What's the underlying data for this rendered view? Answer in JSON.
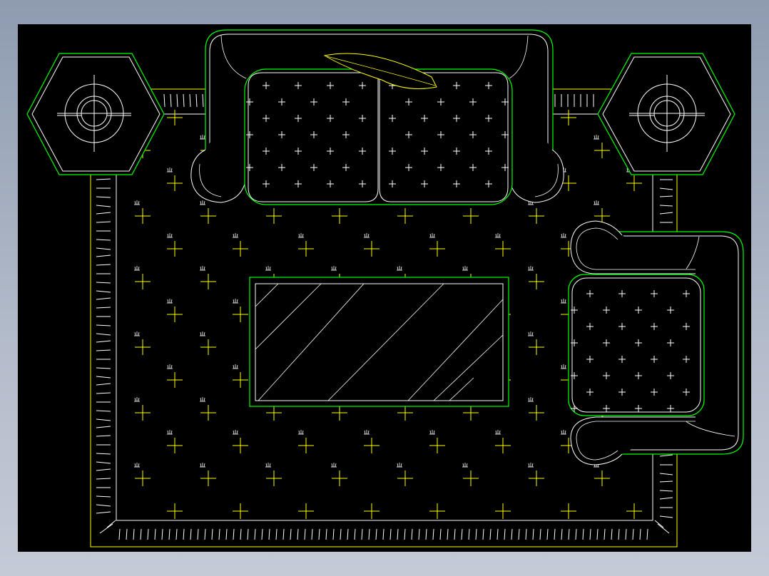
{
  "drawing": {
    "description_visible_text": "",
    "colors": {
      "background": "#000000",
      "primary_line": "#ffffff",
      "outline": "#00ff00",
      "rug_pattern": "#ffff00",
      "window_frame": "#8e9bb0"
    },
    "objects": [
      {
        "id": "three-seat-sofa",
        "kind": "sofa"
      },
      {
        "id": "armchair",
        "kind": "armchair"
      },
      {
        "id": "side-table-left",
        "kind": "hexagonal-side-table-with-lamp"
      },
      {
        "id": "side-table-right",
        "kind": "hexagonal-side-table-with-lamp"
      },
      {
        "id": "coffee-table",
        "kind": "rectangular-glass-coffee-table"
      },
      {
        "id": "area-rug",
        "kind": "fringed-rug"
      },
      {
        "id": "leaf-cushion",
        "kind": "decorative-leaf"
      }
    ]
  }
}
